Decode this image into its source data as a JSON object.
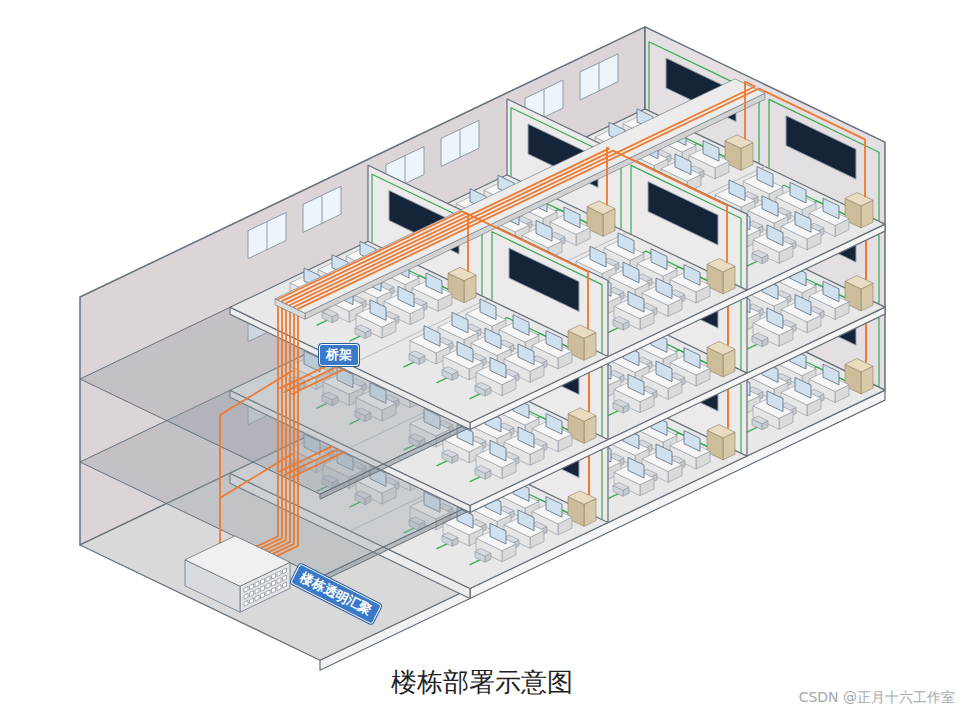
{
  "diagram": {
    "caption": "楼栋部署示意图",
    "nodes": [
      {
        "text": [
          "桥架"
        ]
      },
      {
        "text": [
          "楼栋透明汇聚"
        ]
      }
    ],
    "labels": [
      "CSDN @正月十六工作室"
    ]
  }
}
